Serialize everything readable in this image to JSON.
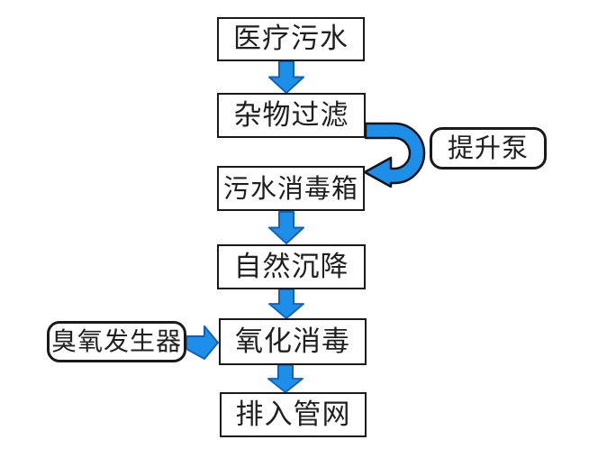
{
  "diagram": {
    "type": "flowchart",
    "subject": "medical sewage treatment process",
    "nodes": {
      "medical_sewage": {
        "label": "医疗污水",
        "shape": "rect"
      },
      "debris_filtration": {
        "label": "杂物过滤",
        "shape": "rect"
      },
      "sewage_disinfection_tank": {
        "label": "污水消毒箱",
        "shape": "rect"
      },
      "natural_settling": {
        "label": "自然沉降",
        "shape": "rect"
      },
      "oxidation_disinfection": {
        "label": "氧化消毒",
        "shape": "rect"
      },
      "discharge_pipe_network": {
        "label": "排入管网",
        "shape": "rect"
      },
      "lift_pump": {
        "label": "提升泵",
        "shape": "rounded"
      },
      "ozone_generator": {
        "label": "臭氧发生器",
        "shape": "rounded"
      }
    },
    "edges": [
      {
        "from": "医疗污水",
        "to": "杂物过滤",
        "style": "straight-down-arrow"
      },
      {
        "from": "杂物过滤",
        "to": "污水消毒箱",
        "style": "u-turn-arrow",
        "via_label": "提升泵"
      },
      {
        "from": "污水消毒箱",
        "to": "自然沉降",
        "style": "straight-down-arrow"
      },
      {
        "from": "自然沉降",
        "to": "氧化消毒",
        "style": "straight-down-arrow"
      },
      {
        "from": "臭氧发生器",
        "to": "氧化消毒",
        "style": "straight-right-arrow"
      },
      {
        "from": "氧化消毒",
        "to": "排入管网",
        "style": "straight-down-arrow"
      }
    ],
    "colors": {
      "arrow_fill": "#1E8FE8",
      "arrow_stroke": "#1261B8",
      "uturn_stroke": "#141414",
      "box_border": "#1a1a1a",
      "box_fill": "#ffffff",
      "text": "#1f1f1f",
      "background": "#ffffff"
    }
  }
}
